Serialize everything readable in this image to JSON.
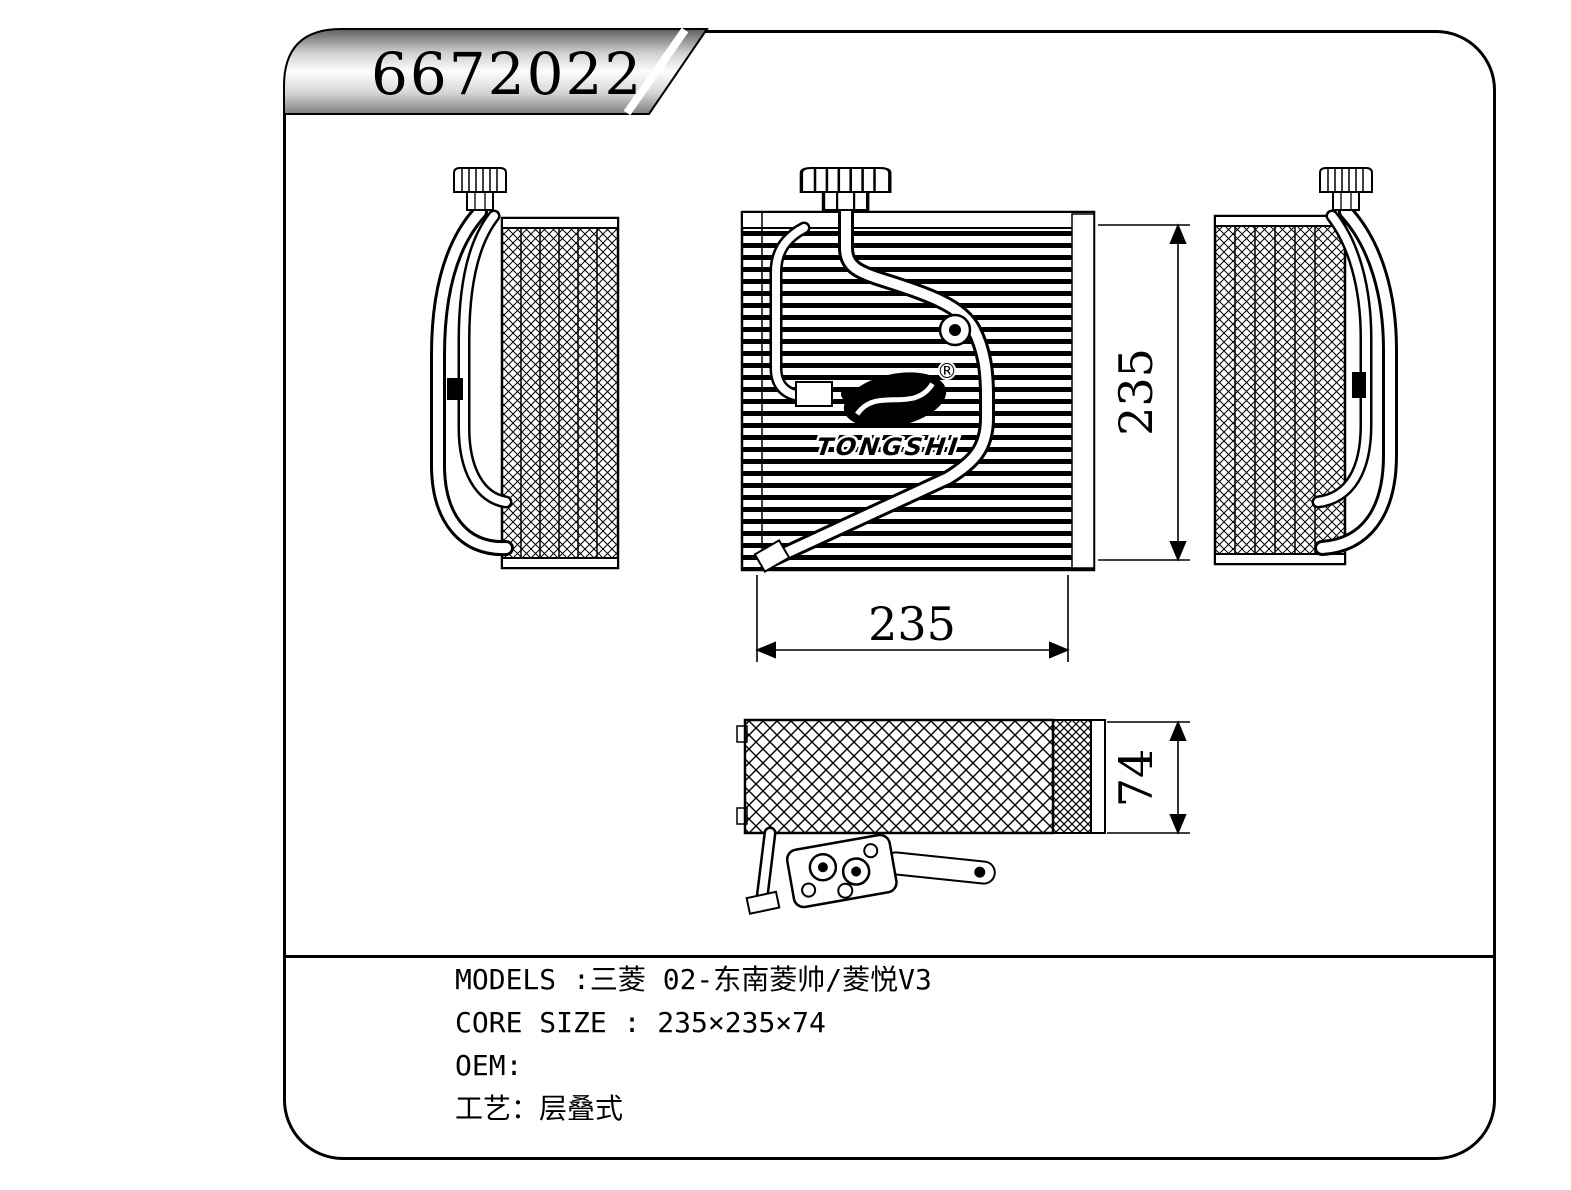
{
  "banner": {
    "part_number": "6672022"
  },
  "logo": {
    "brand": "TONGSHI",
    "registered": "®"
  },
  "dimensions": {
    "core_width": "235",
    "core_height": "235",
    "core_depth": "74"
  },
  "info": {
    "lines": [
      {
        "label": "MODELS :",
        "value": "三菱 02-东南菱帅/菱悦V3"
      },
      {
        "label": "CORE SIZE : ",
        "value": "235×235×74"
      },
      {
        "label": "OEM:",
        "value": ""
      },
      {
        "label": "工艺：",
        "value": "层叠式"
      }
    ]
  }
}
